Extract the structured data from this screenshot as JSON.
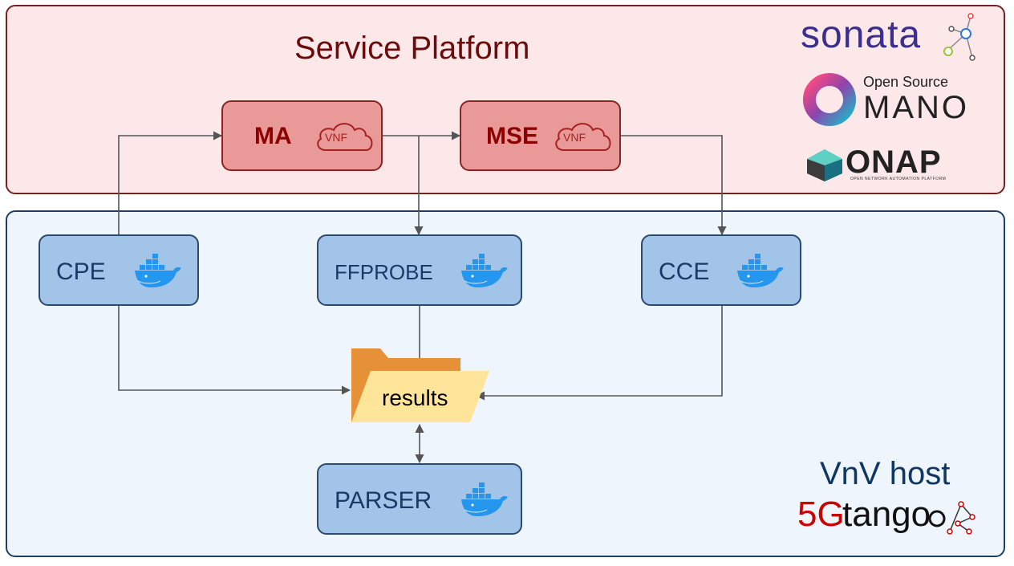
{
  "service_platform": {
    "title": "Service Platform"
  },
  "vnv_host": {
    "title": "VnV host"
  },
  "nodes": {
    "ma": {
      "label": "MA",
      "tag": "VNF"
    },
    "mse": {
      "label": "MSE",
      "tag": "VNF"
    },
    "cpe": {
      "label": "CPE"
    },
    "ffprobe": {
      "label": "FFPROBE"
    },
    "cce": {
      "label": "CCE"
    },
    "parser": {
      "label": "PARSER"
    }
  },
  "results": {
    "label": "results"
  },
  "logos": {
    "sonata": "sonata",
    "osm_top": "Open Source",
    "osm_bottom": "MANO",
    "onap": "ONAP",
    "onap_sub": "OPEN NETWORK AUTOMATION PLATFORM",
    "fivegtango_5g": "5G",
    "fivegtango_tango": "tango"
  },
  "colors": {
    "sp_bg": "#fce8e8",
    "vnv_bg": "#eef5fc",
    "vnf_fill": "#ea9999",
    "container_fill": "#a2c4e9",
    "docker_blue": "#2496ed",
    "folder_back": "#e69138",
    "folder_front": "#ffe599"
  },
  "icons": [
    "docker-whale-icon",
    "vnf-cloud-icon",
    "folder-icon",
    "sonata-network-icon",
    "osm-ring-icon",
    "onap-cube-icon",
    "tango-network-icon"
  ]
}
